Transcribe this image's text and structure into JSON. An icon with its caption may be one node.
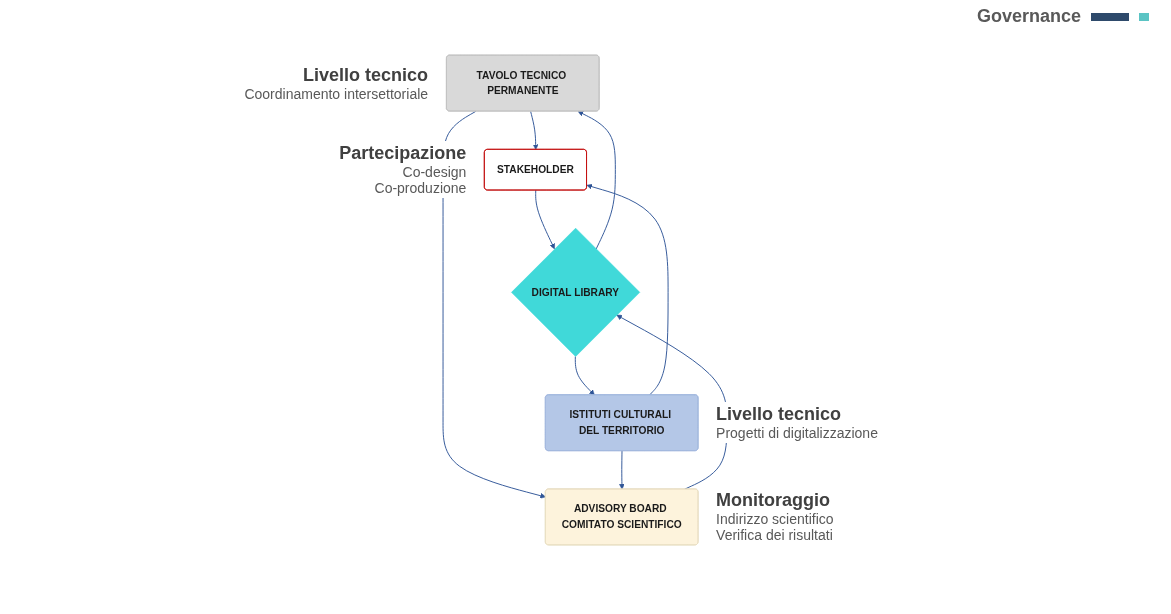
{
  "diagram": {
    "title": "Governance",
    "nodes": [
      {
        "text": [
          "TAVOLO TECNICO PERMANENTE"
        ],
        "beside": [
          "Livello tecnico",
          "Coordinamento intersettoriale"
        ]
      },
      {
        "text": [
          "STAKEHOLDER"
        ],
        "beside": [
          "Partecipazione",
          "Co-design",
          "Co-produzione"
        ]
      },
      {
        "text": [
          "DIGITAL LIBRARY"
        ]
      },
      {
        "text": [
          "ADVISORY BOARD COMITATO SCIENTIFICO"
        ],
        "beside": [
          "Monitoraggio",
          "Indirizzo scientifico",
          "Verifica dei risultati"
        ]
      },
      {
        "text": [
          "ISTITUTI CULTURALI DEL TERRITORIO"
        ],
        "beside": [
          "Livello tecnico",
          "Progetti di digitalizzazione"
        ]
      }
    ],
    "edges": [
      {
        "from": 0,
        "to": 1,
        "arrow": "to"
      },
      {
        "from": 0,
        "to": 3,
        "arrow": "to"
      },
      {
        "from": 2,
        "to": 0,
        "arrow": "to"
      },
      {
        "from": 1,
        "to": 2,
        "arrow": "to"
      },
      {
        "from": 3,
        "to": 2,
        "arrow": "to"
      },
      {
        "from": 2,
        "to": 4,
        "arrow": "to"
      },
      {
        "from": 4,
        "to": 1,
        "arrow": "to"
      },
      {
        "from": 4,
        "to": 3,
        "arrow": "to"
      }
    ]
  }
}
